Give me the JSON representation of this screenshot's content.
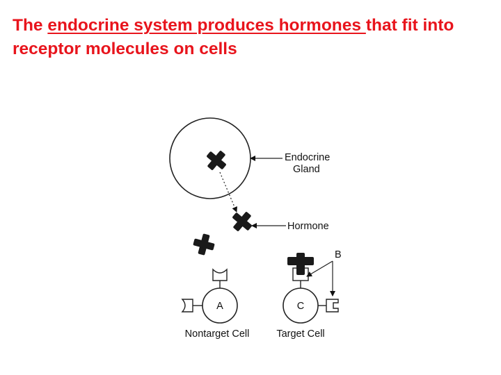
{
  "title": {
    "part1": "The ",
    "underlined": "endocrine system produces hormones ",
    "part2": "that fit into receptor molecules on cells",
    "color": "#e8141c"
  },
  "diagram": {
    "labels": {
      "endocrine_line1": "Endocrine",
      "endocrine_line2": "Gland",
      "hormone": "Hormone",
      "b": "B",
      "cell_a": "A",
      "cell_c": "C",
      "nontarget": "Nontarget Cell",
      "target": "Target Cell"
    },
    "ink_color": "#1a1a1a"
  }
}
